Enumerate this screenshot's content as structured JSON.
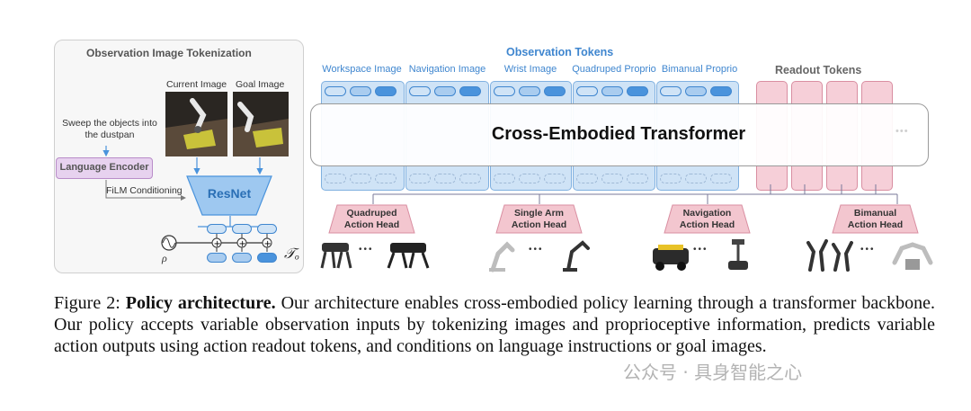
{
  "left_panel": {
    "title": "Observation Image Tokenization",
    "current_image_label": "Current Image",
    "goal_image_label": "Goal Image",
    "instruction": "Sweep the objects into the dustpan",
    "language_encoder": "Language Encoder",
    "film_label": "FiLM Conditioning",
    "resnet_label": "ResNet",
    "rho_symbol": "ρ",
    "tau_symbol": "𝒯ₒ"
  },
  "observation_tokens": {
    "title": "Observation Tokens",
    "groups": [
      "Workspace Image",
      "Navigation Image",
      "Wrist Image",
      "Quadruped Proprio",
      "Bimanual Proprio"
    ]
  },
  "readout_tokens": {
    "title": "Readout Tokens"
  },
  "transformer": {
    "label": "Cross-Embodied Transformer"
  },
  "action_heads": [
    {
      "line1": "Quadruped",
      "line2": "Action Head"
    },
    {
      "line1": "Single Arm",
      "line2": "Action Head"
    },
    {
      "line1": "Navigation",
      "line2": "Action Head"
    },
    {
      "line1": "Bimanual",
      "line2": "Action Head"
    }
  ],
  "ellipsis": "•••",
  "caption": {
    "figure": "Figure 2:",
    "bold": "Policy architecture.",
    "text": "Our architecture enables cross-embodied policy learning through a transformer backbone. Our policy accepts variable observation inputs by tokenizing images and proprioceptive information, predicts variable action outputs using action readout tokens, and conditions on language instructions or goal images."
  },
  "watermark": "公众号 · 具身智能之心",
  "colors": {
    "observation_blue": "#3f86cf",
    "readout_pink": "#f6cfd8",
    "language_purple": "#e7d2ef",
    "resnet_blue": "#9ec8f0"
  }
}
